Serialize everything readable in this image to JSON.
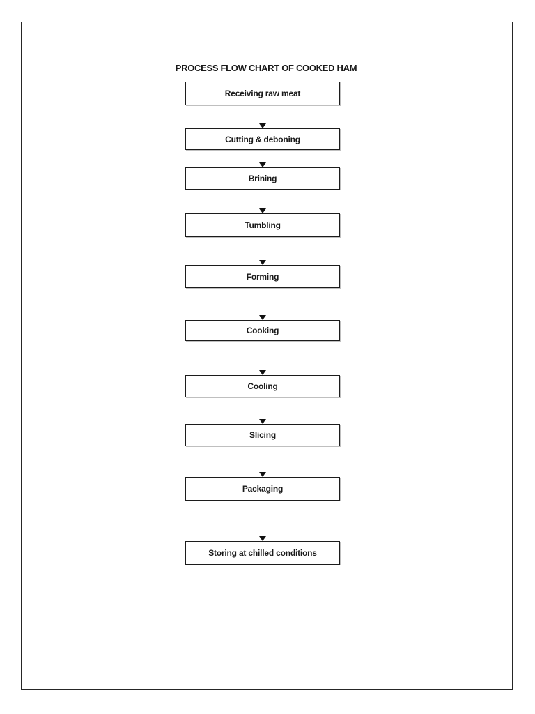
{
  "flowchart": {
    "title": "PROCESS FLOW CHART OF COOKED HAM",
    "steps": [
      {
        "label": "Receiving raw meat"
      },
      {
        "label": "Cutting & deboning"
      },
      {
        "label": "Brining"
      },
      {
        "label": "Tumbling"
      },
      {
        "label": "Forming"
      },
      {
        "label": "Cooking"
      },
      {
        "label": "Cooling"
      },
      {
        "label": "Slicing"
      },
      {
        "label": "Packaging"
      },
      {
        "label": "Storing at chilled conditions"
      }
    ],
    "colors": {
      "page_border": "#262626",
      "box_border": "#1c1c1c",
      "box_fill": "#ffffff",
      "arrow_line": "#b5b5b5",
      "arrow_head": "#111111",
      "text": "#1a1a1a"
    }
  }
}
